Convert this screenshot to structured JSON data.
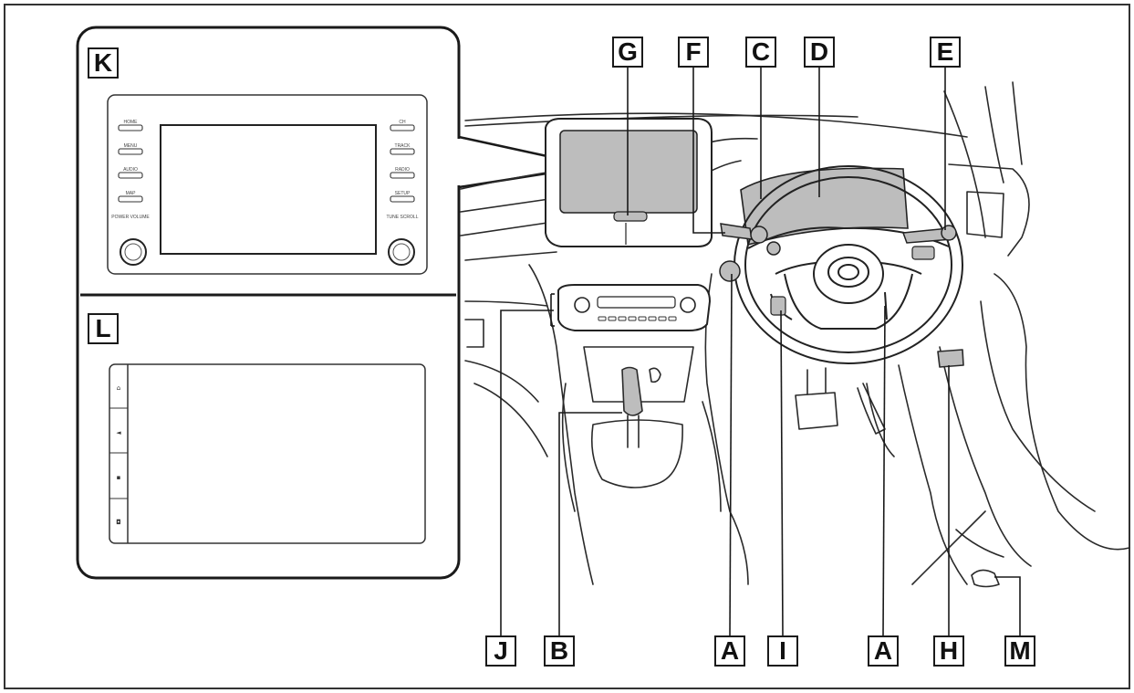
{
  "callouts": {
    "K": "K",
    "L": "L",
    "G": "G",
    "F": "F",
    "C": "C",
    "D": "D",
    "E": "E",
    "J": "J",
    "B": "B",
    "A1": "A",
    "I": "I",
    "A2": "A",
    "H": "H",
    "M": "M"
  },
  "audio_unit": {
    "left_buttons": [
      "HOME",
      "MENU",
      "AUDIO",
      "MAP",
      "POWER VOLUME"
    ],
    "right_buttons": [
      "CH",
      "TRACK",
      "RADIO",
      "SETUP",
      "TUNE SCROLL"
    ]
  },
  "display_unit": {
    "side_buttons": [
      "⌂",
      "◄",
      "▪",
      "◘"
    ]
  },
  "colors": {
    "line": "#1a1a1a",
    "shade": "#bdbdbd",
    "background": "#ffffff"
  }
}
